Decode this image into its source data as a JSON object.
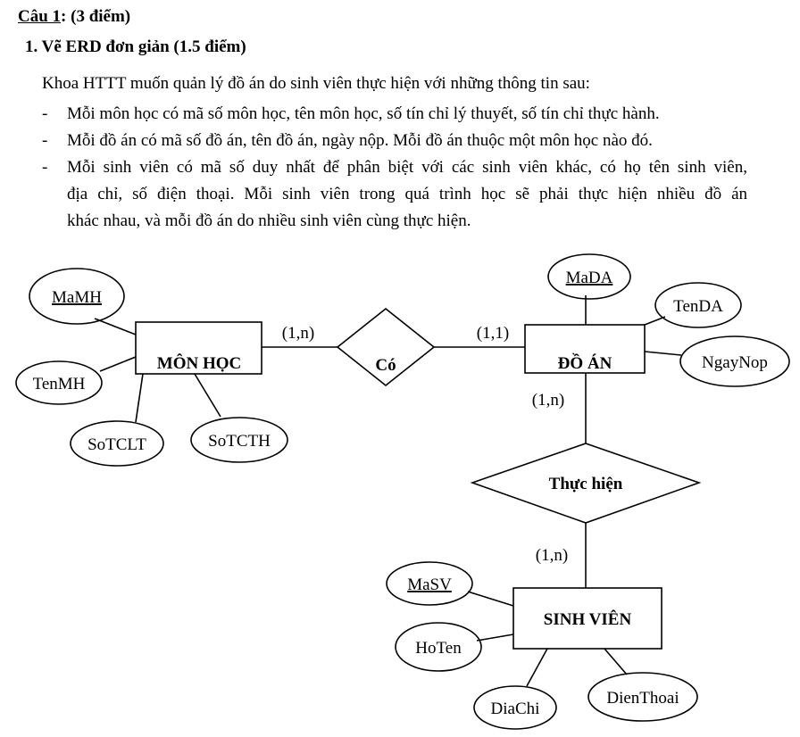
{
  "question": {
    "label": "Câu 1",
    "points": ": (3 điểm)"
  },
  "part": {
    "title": "1.  Vẽ ERD đơn giản (1.5 điểm)"
  },
  "intro": "Khoa HTTT muốn quản lý đồ án do sinh viên thực hiện với những thông tin sau:",
  "bullets": [
    {
      "dash": "-",
      "lines": [
        "Mỗi môn học có mã số môn học, tên môn học, số tín chỉ lý thuyết, số tín chỉ thực hành."
      ]
    },
    {
      "dash": "-",
      "lines": [
        "Mỗi đồ án có mã số đồ án, tên đồ án, ngày nộp. Mỗi đồ án thuộc một môn học nào đó."
      ]
    },
    {
      "dash": "-",
      "lines": [
        "Mỗi sinh viên có mã số duy nhất để phân biệt với các sinh viên khác, có họ tên sinh viên,",
        "địa chỉ, số điện thoại. Mỗi sinh viên trong quá trình học sẽ phải thực hiện nhiều đồ án",
        "khác nhau, và mỗi đồ án do nhiều sinh viên cùng thực hiện."
      ]
    }
  ],
  "diagram": {
    "entities": {
      "monhoc": "MÔN HỌC",
      "doan": "ĐỒ ÁN",
      "sinhvien": "SINH VIÊN"
    },
    "relationships": {
      "co": "Có",
      "thuchien": "Thực hiện"
    },
    "attributes": {
      "mamh": "MaMH",
      "tenmh": "TenMH",
      "sotclt": "SoTCLT",
      "sotcth": "SoTCTH",
      "mada": "MaDA",
      "tenda": "TenDA",
      "ngaynop": "NgayNop",
      "masv": "MaSV",
      "hoten": "HoTen",
      "diachi": "DiaChi",
      "dienthoai": "DienThoai"
    },
    "cardinalities": {
      "monhoc_co": "(1,n)",
      "doan_co": "(1,1)",
      "doan_thuchien": "(1,n)",
      "sinhvien_thuchien": "(1,n)"
    }
  }
}
